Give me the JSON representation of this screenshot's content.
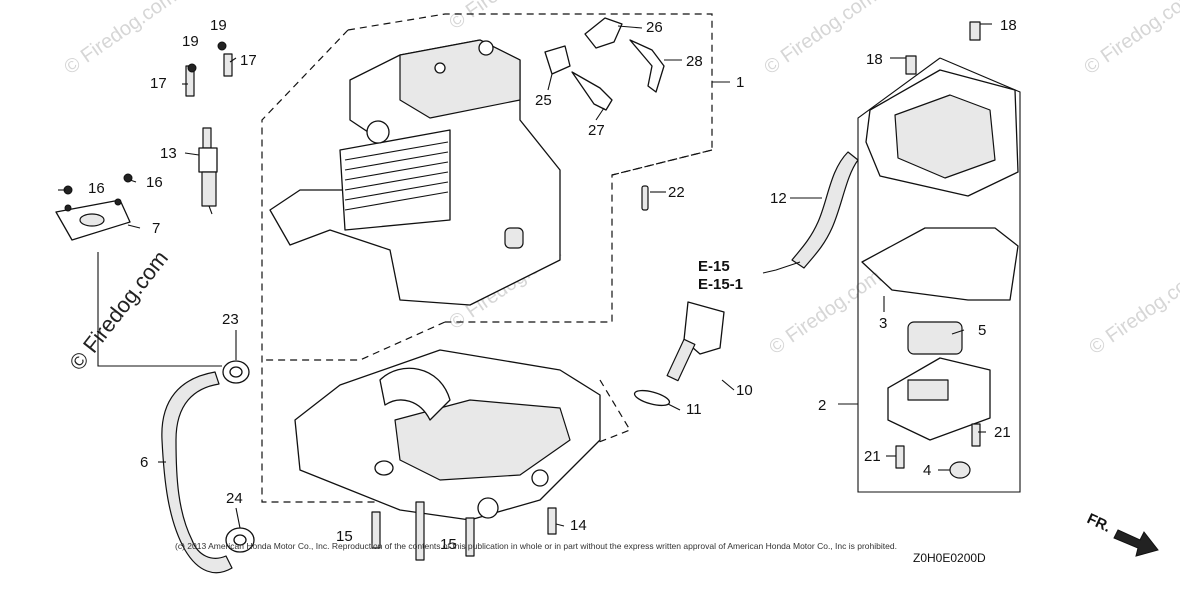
{
  "watermark": {
    "text": "Firedog.com",
    "symbol": "©"
  },
  "callouts": {
    "c1": "1",
    "c2": "2",
    "c3": "3",
    "c4": "4",
    "c5": "5",
    "c6": "6",
    "c7": "7",
    "c10": "10",
    "c11": "11",
    "c12": "12",
    "c13": "13",
    "c14": "14",
    "c15a": "15",
    "c15b": "15",
    "c16a": "16",
    "c16b": "16",
    "c17a": "17",
    "c17b": "17",
    "c18a": "18",
    "c18b": "18",
    "c19a": "19",
    "c19b": "19",
    "c21a": "21",
    "c21b": "21",
    "c22": "22",
    "c23": "23",
    "c24": "24",
    "c25": "25",
    "c26": "26",
    "c27": "27",
    "c28": "28"
  },
  "references": {
    "ref1": "E-15",
    "ref2": "E-15-1"
  },
  "copyright": "(c) 2013 American Honda Motor Co., Inc. Reproduction of the contents of this publication in whole or in part without the express written approval of American Honda Motor Co., Inc is prohibited.",
  "diagram_code": "Z0H0E0200D",
  "direction_label": "FR.",
  "icons": {
    "front_arrow": "arrow-icon"
  }
}
